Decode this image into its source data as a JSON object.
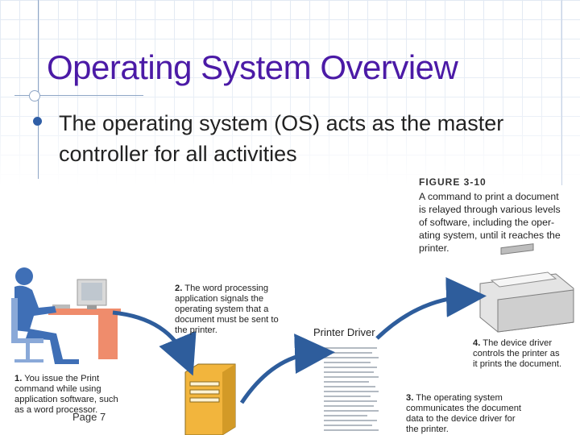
{
  "slide": {
    "title": "Operating System Overview",
    "bullet": "The operating system (OS) acts as the master controller for all activities",
    "page_number": "Page 7"
  },
  "figure": {
    "label": "FIGURE 3-10",
    "caption": "A command to print a document\nis relayed through various levels\nof software, including the oper-\nating system, until it reaches the\nprinter.",
    "printer_driver_label": "Printer Driver",
    "steps": [
      {
        "number": "1.",
        "text": "You issue the Print\ncommand while using\napplication software, such\nas a word processor."
      },
      {
        "number": "2.",
        "text": "The word processing\napplication signals the\noperating system that a\ndocument must be sent to\nthe printer."
      },
      {
        "number": "3.",
        "text": "The operating system\ncommunicates the document\ndata to the  device driver for\nthe printer."
      },
      {
        "number": "4.",
        "text": "The device driver\ncontrols the printer as\nit prints the document."
      }
    ]
  },
  "colors": {
    "title": "#4b1aa6",
    "bullet": "#2f5ea6",
    "arrow": "#2e5d9c",
    "person": "#3f6fb6",
    "desk": "#ef8c6c",
    "computer_tower": "#f2b53d"
  }
}
